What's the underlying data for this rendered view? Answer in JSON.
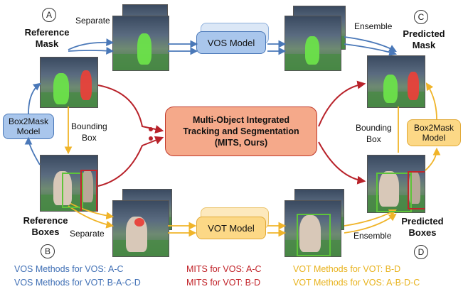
{
  "labels": {
    "circle_a": "A",
    "circle_b": "B",
    "circle_c": "C",
    "circle_d": "D",
    "reference_mask_line1": "Reference",
    "reference_mask_line2": "Mask",
    "reference_boxes_line1": "Reference",
    "reference_boxes_line2": "Boxes",
    "predicted_mask_line1": "Predicted",
    "predicted_mask_line2": "Mask",
    "predicted_boxes_line1": "Predicted",
    "predicted_boxes_line2": "Boxes",
    "separate_top": "Separate",
    "separate_bottom": "Separate",
    "ensemble_top": "Ensemble",
    "ensemble_bottom": "Ensemble",
    "bounding_box_left_line1": "Bounding",
    "bounding_box_left_line2": "Box",
    "bounding_box_right_line1": "Bounding",
    "bounding_box_right_line2": "Box"
  },
  "models": {
    "vos_model": "VOS Model",
    "vot_model": "VOT Model",
    "box2mask_left_line1": "Box2Mask",
    "box2mask_left_line2": "Model",
    "box2mask_right_line1": "Box2Mask",
    "box2mask_right_line2": "Model",
    "mits_line1": "Multi-Object Integrated",
    "mits_line2": "Tracking and Segmentation",
    "mits_line3": "(MITS, Ours)"
  },
  "legend": {
    "vos_for_vos": "VOS Methods for VOS: A-C",
    "vos_for_vot": "VOS Methods for VOT: B-A-C-D",
    "mits_for_vos": "MITS for VOS: A-C",
    "mits_for_vot": "MITS for VOT: B-D",
    "vot_for_vot": "VOT Methods for VOT: B-D",
    "vot_for_vos": "VOT Methods for VOS: A-B-D-C"
  },
  "colors": {
    "vos_blue": "#4a78b8",
    "vot_yellow": "#e8b21c",
    "mits_red": "#c01f25",
    "mask_green": "#6ce24a",
    "mask_red": "#e8413a"
  }
}
